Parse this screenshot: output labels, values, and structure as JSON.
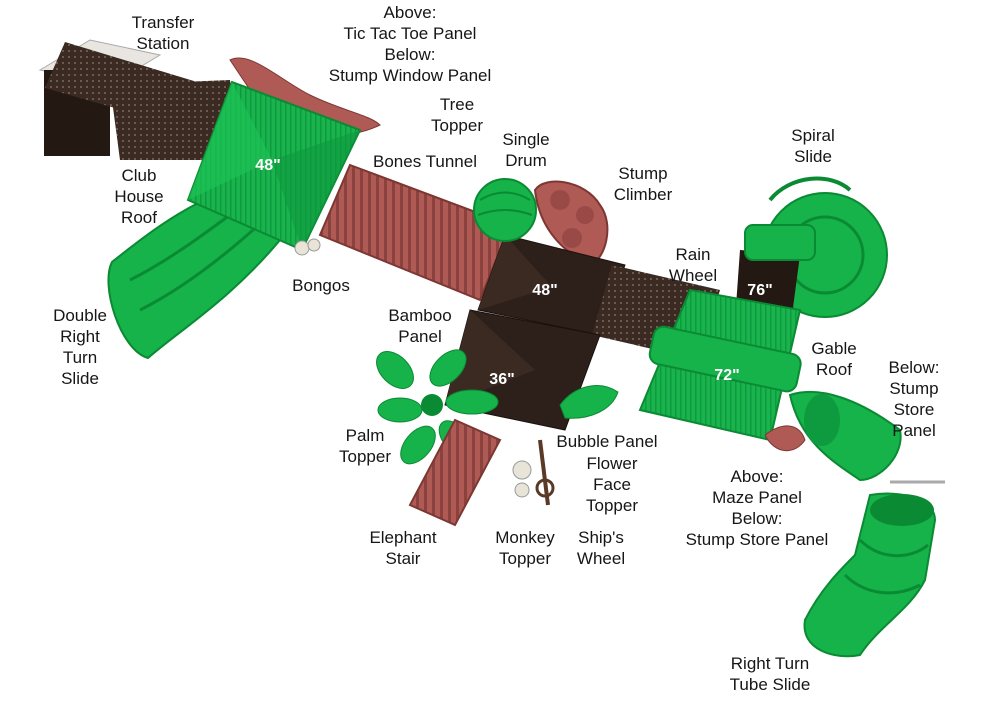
{
  "colors": {
    "green": "#16b24a",
    "green_dark": "#0b8a34",
    "deck": "#3a2a22",
    "deck_dark": "#241812",
    "red_brown": "#b05a56",
    "red_brown_dark": "#7d3733",
    "tan": "#d9d0c2"
  },
  "labels": {
    "transfer_station": "Transfer\nStation",
    "tic_tac_toe": "Above:\nTic Tac Toe Panel\nBelow:\nStump Window Panel",
    "tree_topper": "Tree\nTopper",
    "single_drum": "Single\nDrum",
    "bones_tunnel": "Bones Tunnel",
    "stump_climber": "Stump\nClimber",
    "spiral_slide": "Spiral\nSlide",
    "club_house_roof": "Club\nHouse\nRoof",
    "rain_wheel": "Rain\nWheel",
    "bongos": "Bongos",
    "double_right_turn_slide": "Double\nRight\nTurn\nSlide",
    "bamboo_panel": "Bamboo\nPanel",
    "gable_roof": "Gable\nRoof",
    "stump_store_panel": "Below:\nStump Store\nPanel",
    "palm_topper": "Palm\nTopper",
    "bubble_panel": "Bubble Panel",
    "flower_face_topper": "Flower\nFace\nTopper",
    "maze_panel": "Above:\nMaze Panel\nBelow:\nStump Store Panel",
    "elephant_stair": "Elephant\nStair",
    "monkey_topper": "Monkey\nTopper",
    "ships_wheel": "Ship's\nWheel",
    "right_turn_tube_slide": "Right Turn\nTube Slide"
  },
  "heights": {
    "clubhouse": "48\"",
    "center_deck": "48\"",
    "lower_deck": "36\"",
    "spiral_slide": "76\"",
    "gable_deck": "72\""
  }
}
